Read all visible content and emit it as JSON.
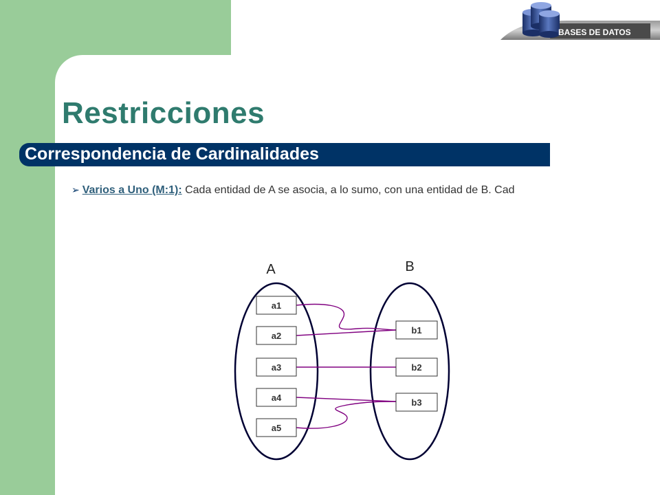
{
  "slide": {
    "title": "Restricciones",
    "subtitle": "Correspondencia de Cardinalidades"
  },
  "logo": {
    "text": "BASES DE DATOS",
    "icon": "database-cylinders-icon"
  },
  "bullet": {
    "arrow": "Ø",
    "term": "Varios a Uno (M:1):",
    "text": " Cada entidad de A se asocia, a lo sumo, con una entidad de B. Cad"
  },
  "diagram": {
    "set_a_label": "A",
    "set_b_label": "B",
    "set_a": [
      "a1",
      "a2",
      "a3",
      "a4",
      "a5"
    ],
    "set_b": [
      "b1",
      "b2",
      "b3"
    ],
    "mappings": [
      {
        "from": "a1",
        "to": "b1"
      },
      {
        "from": "a2",
        "to": "b1"
      },
      {
        "from": "a3",
        "to": "b2"
      },
      {
        "from": "a4",
        "to": "b3"
      },
      {
        "from": "a5",
        "to": "b3"
      }
    ],
    "colors": {
      "ellipse": "#000033",
      "box_border": "#333333",
      "line": "#800080"
    }
  },
  "theme": {
    "green": "#99cc99",
    "navy": "#003366",
    "title": "#2f7b6e"
  }
}
